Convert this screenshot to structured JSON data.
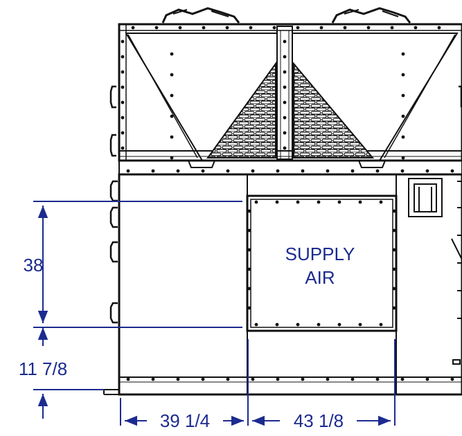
{
  "drawing": {
    "label_line1": "SUPPLY",
    "label_line2": "AIR",
    "dim_vertical": "38",
    "dim_bottom_offset": "11 7/8",
    "dim_horizontal_left": "39 1/4",
    "dim_horizontal_right": "43 1/8",
    "colors": {
      "line": "#111111",
      "dimension": "#1c2b8f",
      "background": "#ffffff"
    }
  }
}
